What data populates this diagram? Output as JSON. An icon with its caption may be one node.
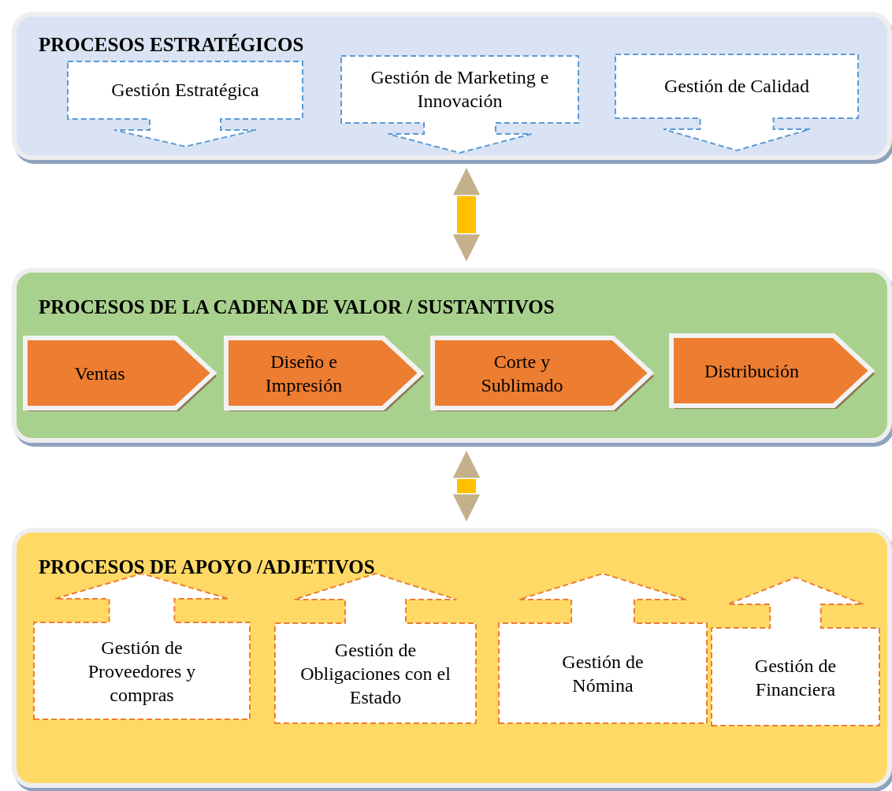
{
  "diagram": {
    "nodes": [
      {
        "text": [
          "PROCESOS ESTRATÉGICOS"
        ]
      },
      {
        "text": [
          "Gestión Estratégica"
        ],
        "in": 0
      },
      {
        "text": [
          "Gestión de Marketing e Innovación"
        ],
        "in": 0
      },
      {
        "text": [
          "Gestión de Calidad"
        ],
        "in": 0
      },
      {
        "text": [
          "PROCESOS DE LA CADENA DE VALOR / SUSTANTIVOS"
        ]
      },
      {
        "text": [
          "Ventas"
        ],
        "in": 4
      },
      {
        "text": [
          "Diseño e Impresión"
        ],
        "in": 4
      },
      {
        "text": [
          "Corte y Sublimado"
        ],
        "in": 4
      },
      {
        "text": [
          "Distribución"
        ],
        "in": 4
      },
      {
        "text": [
          "PROCESOS DE APOYO /ADJETIVOS"
        ]
      },
      {
        "text": [
          "Gestión de Proveedores y compras"
        ],
        "in": 9
      },
      {
        "text": [
          "Gestión de Obligaciones con el Estado"
        ],
        "in": 9
      },
      {
        "text": [
          "Gestión de Nómina"
        ],
        "in": 9
      },
      {
        "text": [
          "Gestión de Financiera"
        ],
        "in": 9
      }
    ],
    "edges": [
      {
        "from": 0,
        "to": 4,
        "arrow": "both"
      },
      {
        "from": 4,
        "to": 9,
        "arrow": "both"
      }
    ]
  }
}
